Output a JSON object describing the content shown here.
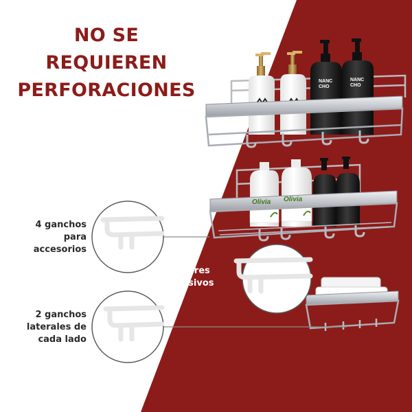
{
  "headline": {
    "line1": "NO SE",
    "line2": "REQUIEREN",
    "line3": "PERFORACIONES"
  },
  "callouts": {
    "hooks_accessories": [
      "4 ganchos",
      "para",
      "accesorios"
    ],
    "adhesive": [
      "Fijadores",
      "adhesivos"
    ],
    "side_hooks": [
      "2 ganchos",
      "laterales de",
      "cada lado"
    ]
  },
  "product_labels": {
    "brand_left": "Olivia",
    "brand_right": "Olivia",
    "dark_bottle_1": "NANC",
    "dark_bottle_1_sub": "CHO",
    "dark_bottle_2": "NANC",
    "dark_bottle_2_sub": "CHO"
  },
  "colors": {
    "brand_red": "#8c1c1a",
    "background": "#ffffff",
    "metal": "#c4c7cc",
    "text_dark": "#2a2a2a",
    "text_light": "#ffffff"
  }
}
